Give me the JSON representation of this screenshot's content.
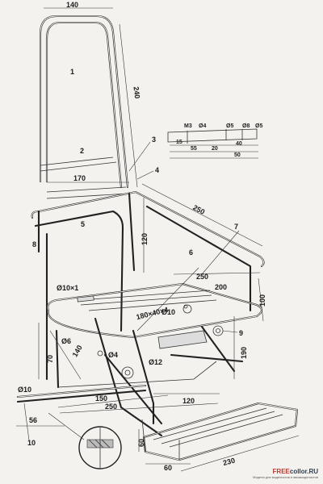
{
  "dimensions": {
    "d140_top": "140",
    "d240": "240",
    "d170": "170",
    "d250_side": "250",
    "d120_back": "120",
    "d250_seat": "250",
    "d200": "200",
    "d100": "100",
    "d180x40x4": "180×40×4",
    "d10_axle": "Ø10",
    "d10x1": "Ø10×1",
    "d6": "Ø6",
    "d4": "Ø4",
    "d70": "70",
    "d140_left": "140",
    "d12": "Ø12",
    "d190": "190",
    "d10_foot": "Ø10",
    "d56": "56",
    "d150": "150",
    "d250_bottom": "250",
    "d120_bottom": "120",
    "d60_side": "60",
    "d60_bottom": "60",
    "d230": "230"
  },
  "detail": {
    "m3": "M3",
    "phi4": "Ø4",
    "phi5a": "Ø5",
    "phi8": "Ø8",
    "phi5b": "Ø5",
    "d15": "15",
    "d55": "55",
    "d20": "20",
    "d40": "40",
    "d50": "50"
  },
  "parts": [
    "1",
    "2",
    "3",
    "4",
    "5",
    "6",
    "7",
    "8",
    "9",
    "10"
  ],
  "watermark": {
    "brand_a": "FREE",
    "brand_b": "collor.RU",
    "subtitle": "Модели для моделистов и авиамоделистов"
  }
}
